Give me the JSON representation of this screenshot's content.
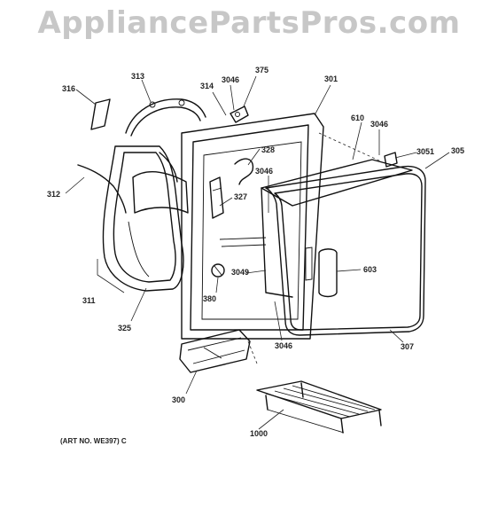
{
  "watermark": "AppliancePartsPros.com",
  "art_note": "(ART NO. WE397) C",
  "labels": {
    "p316": "316",
    "p313": "313",
    "p3046_top": "3046",
    "p375": "375",
    "p314": "314",
    "p301": "301",
    "p610": "610",
    "p3046_right": "3046",
    "p3051": "3051",
    "p305": "305",
    "p328": "328",
    "p3046_mid": "3046",
    "p327": "327",
    "p312": "312",
    "p603": "603",
    "p3049": "3049",
    "p380": "380",
    "p311": "311",
    "p325": "325",
    "p3046_bottom": "3046",
    "p307": "307",
    "p300": "300",
    "p1000": "1000"
  }
}
